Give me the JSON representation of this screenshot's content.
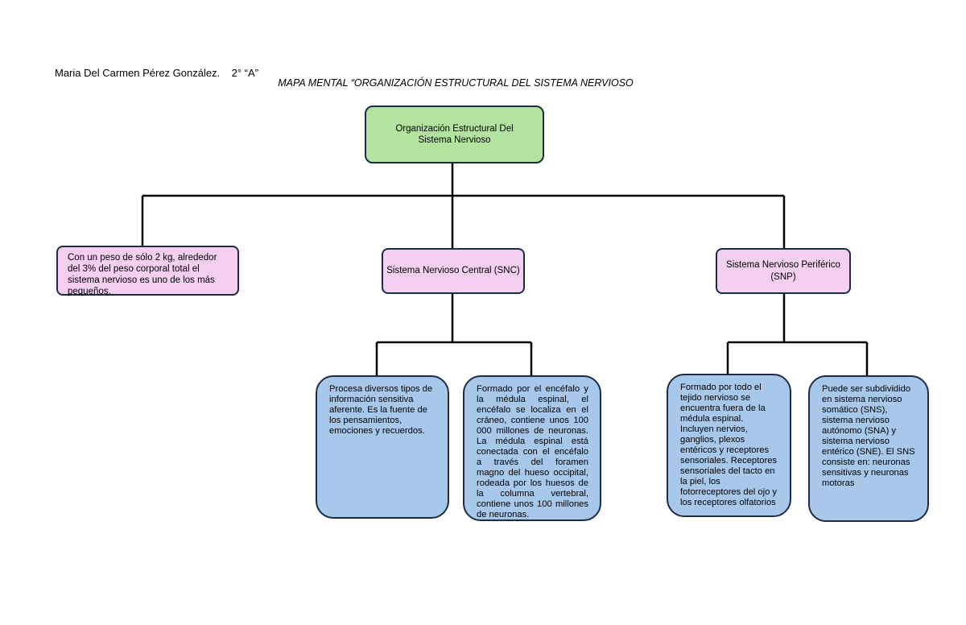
{
  "header": {
    "author": "Maria Del Carmen Pérez González.    2° “A”",
    "title": "MAPA MENTAL “ORGANIZACIÓN ESTRUCTURAL DEL SISTEMA NERVIOSO"
  },
  "diagram": {
    "root": "Organización Estructural Del Sistema Nervioso",
    "weight_note": "Con un peso de sólo 2 kg, alrededor del 3% del peso corporal total el sistema nervioso es uno de los más pequeños.",
    "snc": {
      "label": "Sistema Nervioso Central (SNC)",
      "function": "Procesa diversos tipos de información sensitiva aferente. Es la fuente de los pensamientos, emociones y recuerdos.",
      "composition": "Formado por el encéfalo y la médula espinal, el encéfalo se localiza en el cráneo, contiene unos 100 000 millones de neuronas. La médula espinal está conectada con el encéfalo a través del foramen magno del hueso occipital, rodeada por los huesos de la columna vertebral, contiene unos 100 millones de neuronas."
    },
    "snp": {
      "label": "Sistema Nervioso Periférico (SNP)",
      "composition": "Formado por todo el tejido nervioso se encuentra fuera de la médula espinal. Incluyen nervios, ganglios, plexos entéricos y receptores sensoriales. Receptores sensoriales del tacto en la piel, los fotorreceptores del ojo y los receptores olfatorios",
      "subdivision": "Puede ser subdividido en sistema nervioso somático (SNS), sistema nervioso autónomo (SNA) y sistema nervioso entérico (SNE). El SNS consiste en: neuronas sensitivas y neuronas motoras"
    }
  }
}
